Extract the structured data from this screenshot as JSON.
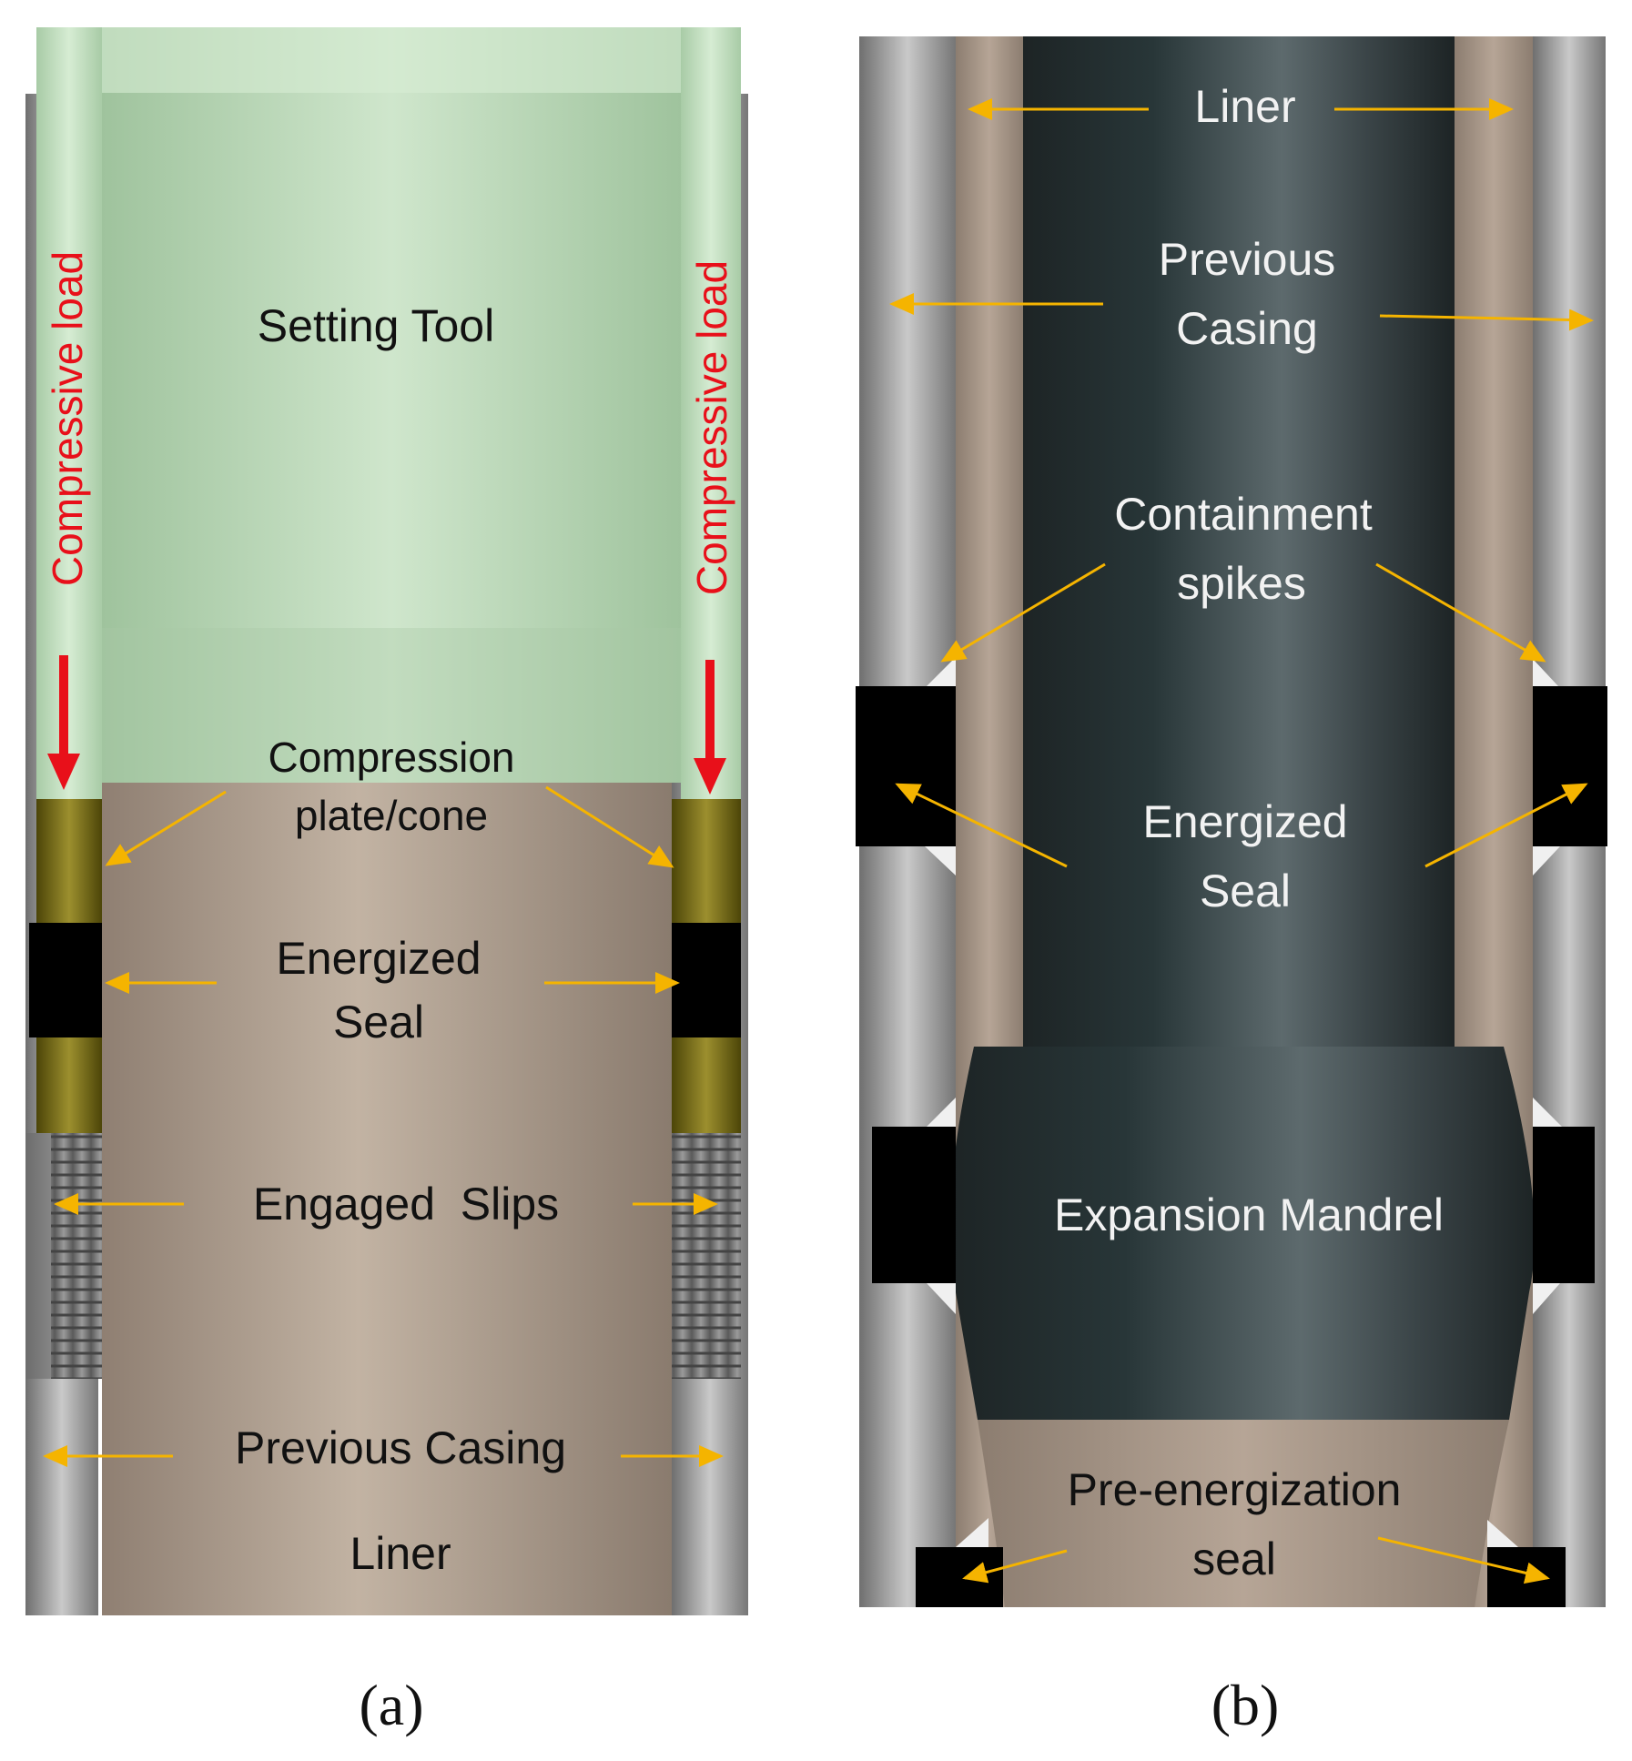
{
  "panel_a": {
    "setting_tool": "Setting Tool",
    "compressive_load_left": "Compressive load",
    "compressive_load_right": "Compressive load",
    "compression_plate_line1": "Compression",
    "compression_plate_line2": "plate/cone",
    "energized_seal_line1": "Energized",
    "energized_seal_line2": "Seal",
    "engaged_slips": "Engaged  Slips",
    "previous_casing": "Previous Casing",
    "liner": "Liner",
    "caption": "(a)"
  },
  "panel_b": {
    "liner": "Liner",
    "previous_casing_line1": "Previous",
    "previous_casing_line2": "Casing",
    "containment_spikes_line1": "Containment",
    "containment_spikes_line2": "spikes",
    "energized_seal_line1": "Energized",
    "energized_seal_line2": "Seal",
    "expansion_mandrel": "Expansion Mandrel",
    "pre_energization_line1": "Pre-energization",
    "pre_energization_line2": "seal",
    "caption": "(b)"
  },
  "colors": {
    "arrow": "#f5b400",
    "load_arrow": "#e8101a",
    "setting_tool": "#b7d6b4",
    "liner": "#9e8e80",
    "casing": "#8a8a8a",
    "seal": "#000000",
    "ring": "#6e6414",
    "mandrel": "#2a3436"
  }
}
